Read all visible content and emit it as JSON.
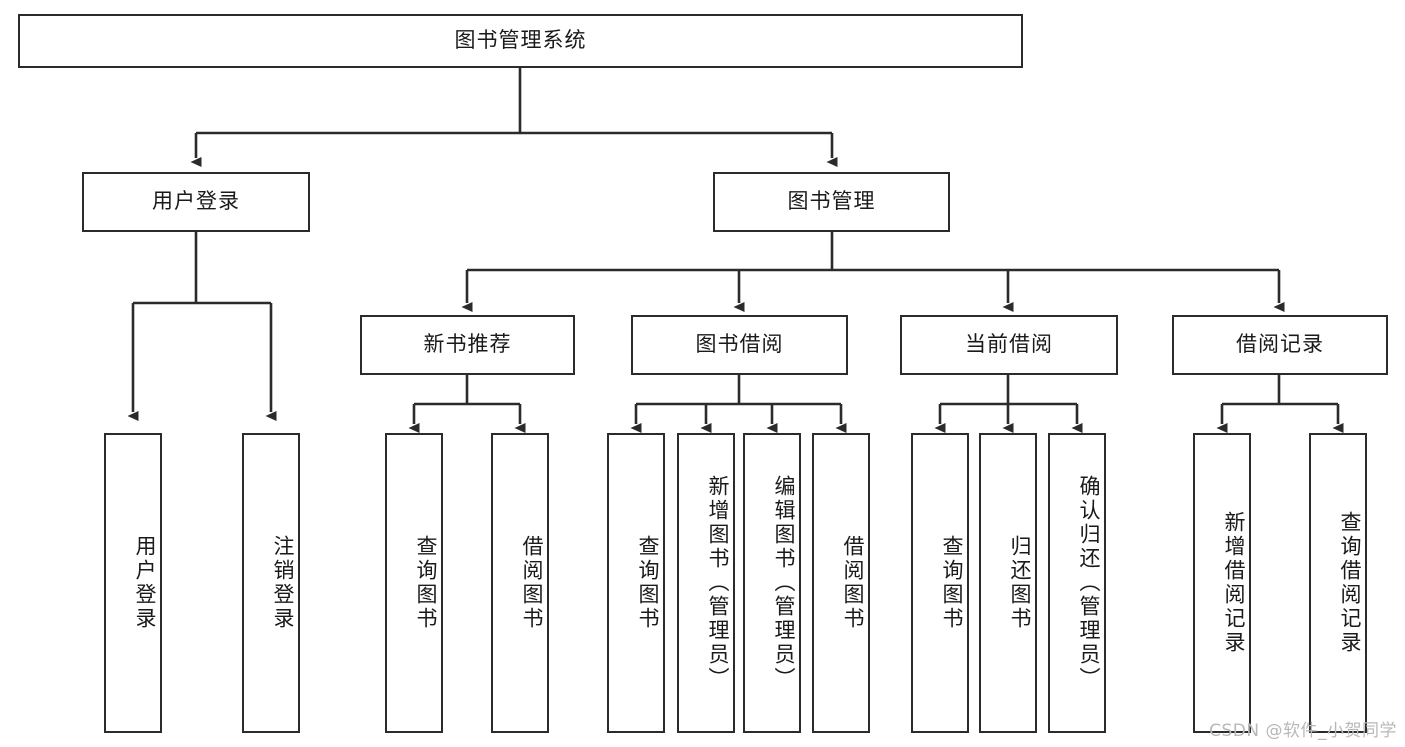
{
  "diagram": {
    "title": "图书管理系统",
    "type": "tree-hierarchy-diagram",
    "watermark": "CSDN @软件_小贺同学",
    "colors": {
      "box_border": "#2b2b2b",
      "box_fill": "#ffffff",
      "connector": "#2b2b2b",
      "text": "#1a1a1a",
      "watermark": "#b8b8b8"
    },
    "root": {
      "label": "图书管理系统"
    },
    "level2": [
      {
        "label": "用户登录"
      },
      {
        "label": "图书管理"
      }
    ],
    "level3": [
      {
        "label": "新书推荐"
      },
      {
        "label": "图书借阅"
      },
      {
        "label": "当前借阅"
      },
      {
        "label": "借阅记录"
      }
    ],
    "leaves": {
      "user_login": [
        {
          "label": "用户登录"
        },
        {
          "label": "注销登录"
        }
      ],
      "new_book_recommend": [
        {
          "label": "查询图书"
        },
        {
          "label": "借阅图书"
        }
      ],
      "book_borrow": [
        {
          "label": "查询图书"
        },
        {
          "label": "新增图书（管理员）"
        },
        {
          "label": "编辑图书（管理员）"
        },
        {
          "label": "借阅图书"
        }
      ],
      "current_borrow": [
        {
          "label": "查询图书"
        },
        {
          "label": "归还图书"
        },
        {
          "label": "确认归还（管理员）"
        }
      ],
      "borrow_record": [
        {
          "label": "新增借阅记录"
        },
        {
          "label": "查询借阅记录"
        }
      ]
    }
  }
}
